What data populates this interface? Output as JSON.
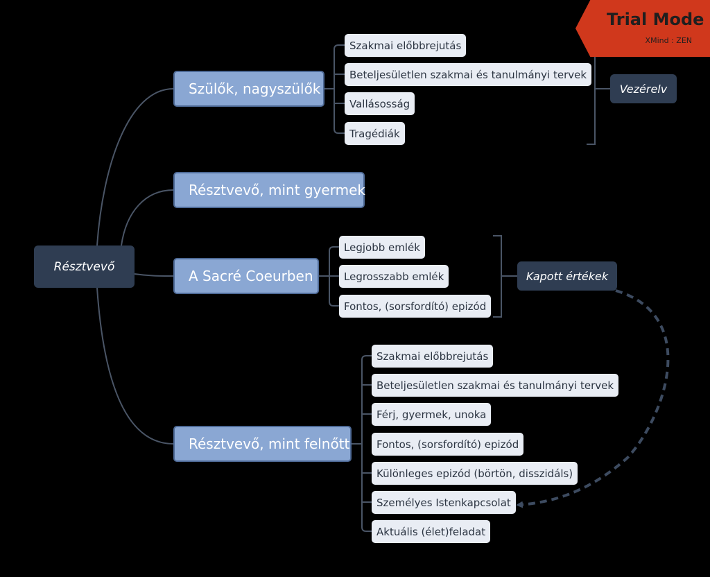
{
  "watermark": {
    "title": "Trial Mode",
    "brand": "XMind : ZEN"
  },
  "root": {
    "label": "Résztvevő"
  },
  "branches": [
    {
      "label": "Szülők, nagyszülők",
      "children": [
        "Szakmai előbbrejutás",
        "Beteljesületlen szakmai és tanulmányi tervek",
        "Vallásosság",
        "Tragédiák"
      ],
      "summary": "Vezérelv"
    },
    {
      "label": "Résztvevő, mint gyermek",
      "children": []
    },
    {
      "label": "A Sacré Coeurben",
      "children": [
        "Legjobb emlék",
        "Legrosszabb emlék",
        "Fontos, (sorsfordító) epizód"
      ],
      "summary": "Kapott értékek"
    },
    {
      "label": "Résztvevő, mint felnőtt",
      "children": [
        "Szakmai előbbrejutás",
        "Beteljesületlen szakmai és tanulmányi tervek",
        "Férj, gyermek, unoka",
        "Fontos, (sorsfordító) epizód",
        "Különleges epizód (börtön, disszidáls)",
        "Személyes Istenkapcsolat",
        "Aktuális (élet)feladat"
      ]
    }
  ]
}
